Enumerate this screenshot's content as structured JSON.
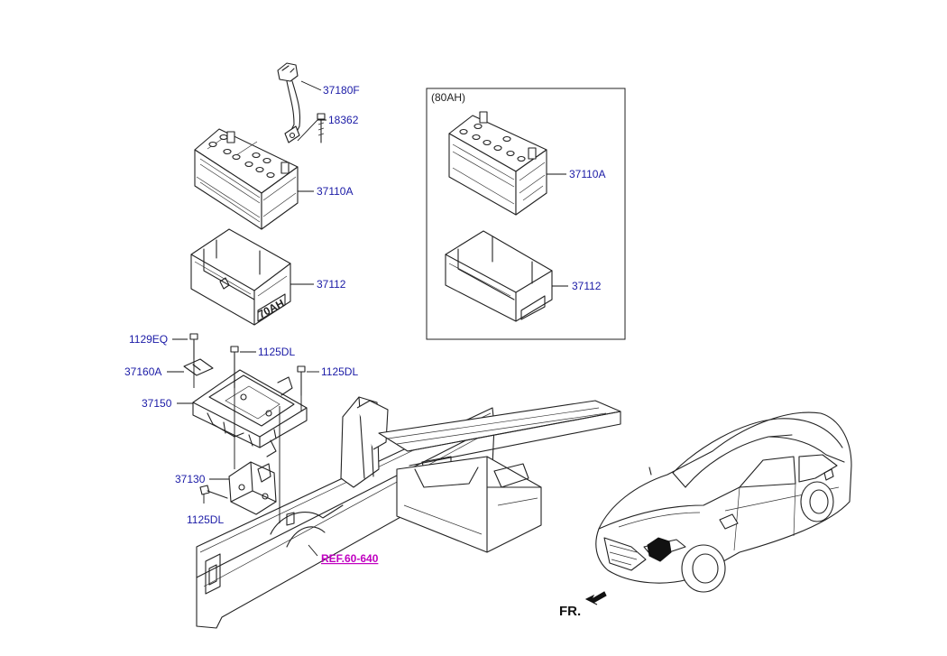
{
  "colors": {
    "label": "#1a1aa6",
    "ref": "#c000c0",
    "ink": "#222222"
  },
  "labels": {
    "p37180F": "37180F",
    "p18362": "18362",
    "p37110A_main": "37110A",
    "p37112_main": "37112",
    "p1129EQ": "1129EQ",
    "p1125DL_a": "1125DL",
    "p1125DL_b": "1125DL",
    "p37160A": "37160A",
    "p37150": "37150",
    "p37130": "37130",
    "p1125DL_c": "1125DL",
    "ref": "REF.60-640",
    "box_title": "(80AH)",
    "p37110A_box": "37110A",
    "p37112_box": "37112",
    "fr": "FR.",
    "tray_mark": "70AH"
  },
  "icons": {
    "fr_arrow": "front-direction-arrow-icon"
  }
}
